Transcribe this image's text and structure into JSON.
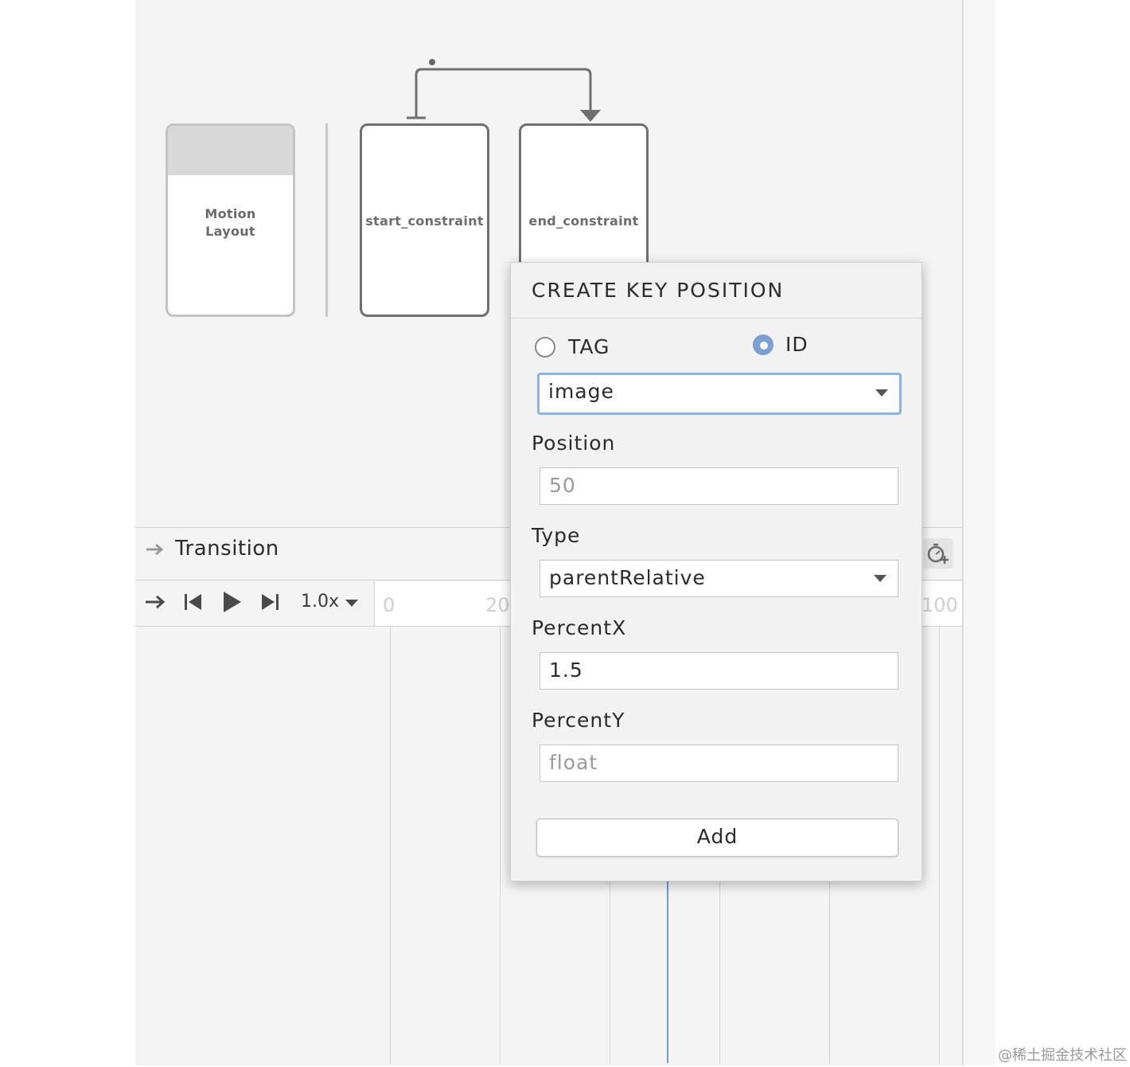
{
  "nodes": {
    "motion_layout": "Motion\nLayout",
    "start": "start_constraint",
    "end": "end_constraint"
  },
  "transition": {
    "title": "Transition",
    "speed": "1.0x"
  },
  "timeline": {
    "ticks": [
      "0",
      "20",
      "100"
    ]
  },
  "dialog": {
    "title": "CREATE KEY POSITION",
    "radio_tag": "TAG",
    "radio_id": "ID",
    "selected_radio": "ID",
    "id_value": "image",
    "position_label": "Position",
    "position_placeholder": "50",
    "type_label": "Type",
    "type_value": "parentRelative",
    "percentx_label": "PercentX",
    "percentx_value": "1.5",
    "percenty_label": "PercentY",
    "percenty_placeholder": "float",
    "add_label": "Add"
  },
  "colors": {
    "accent": "#7b9fd0",
    "focus": "#8db2e5",
    "playhead": "#6b9ad8"
  },
  "watermark": "@稀土掘金技术社区"
}
